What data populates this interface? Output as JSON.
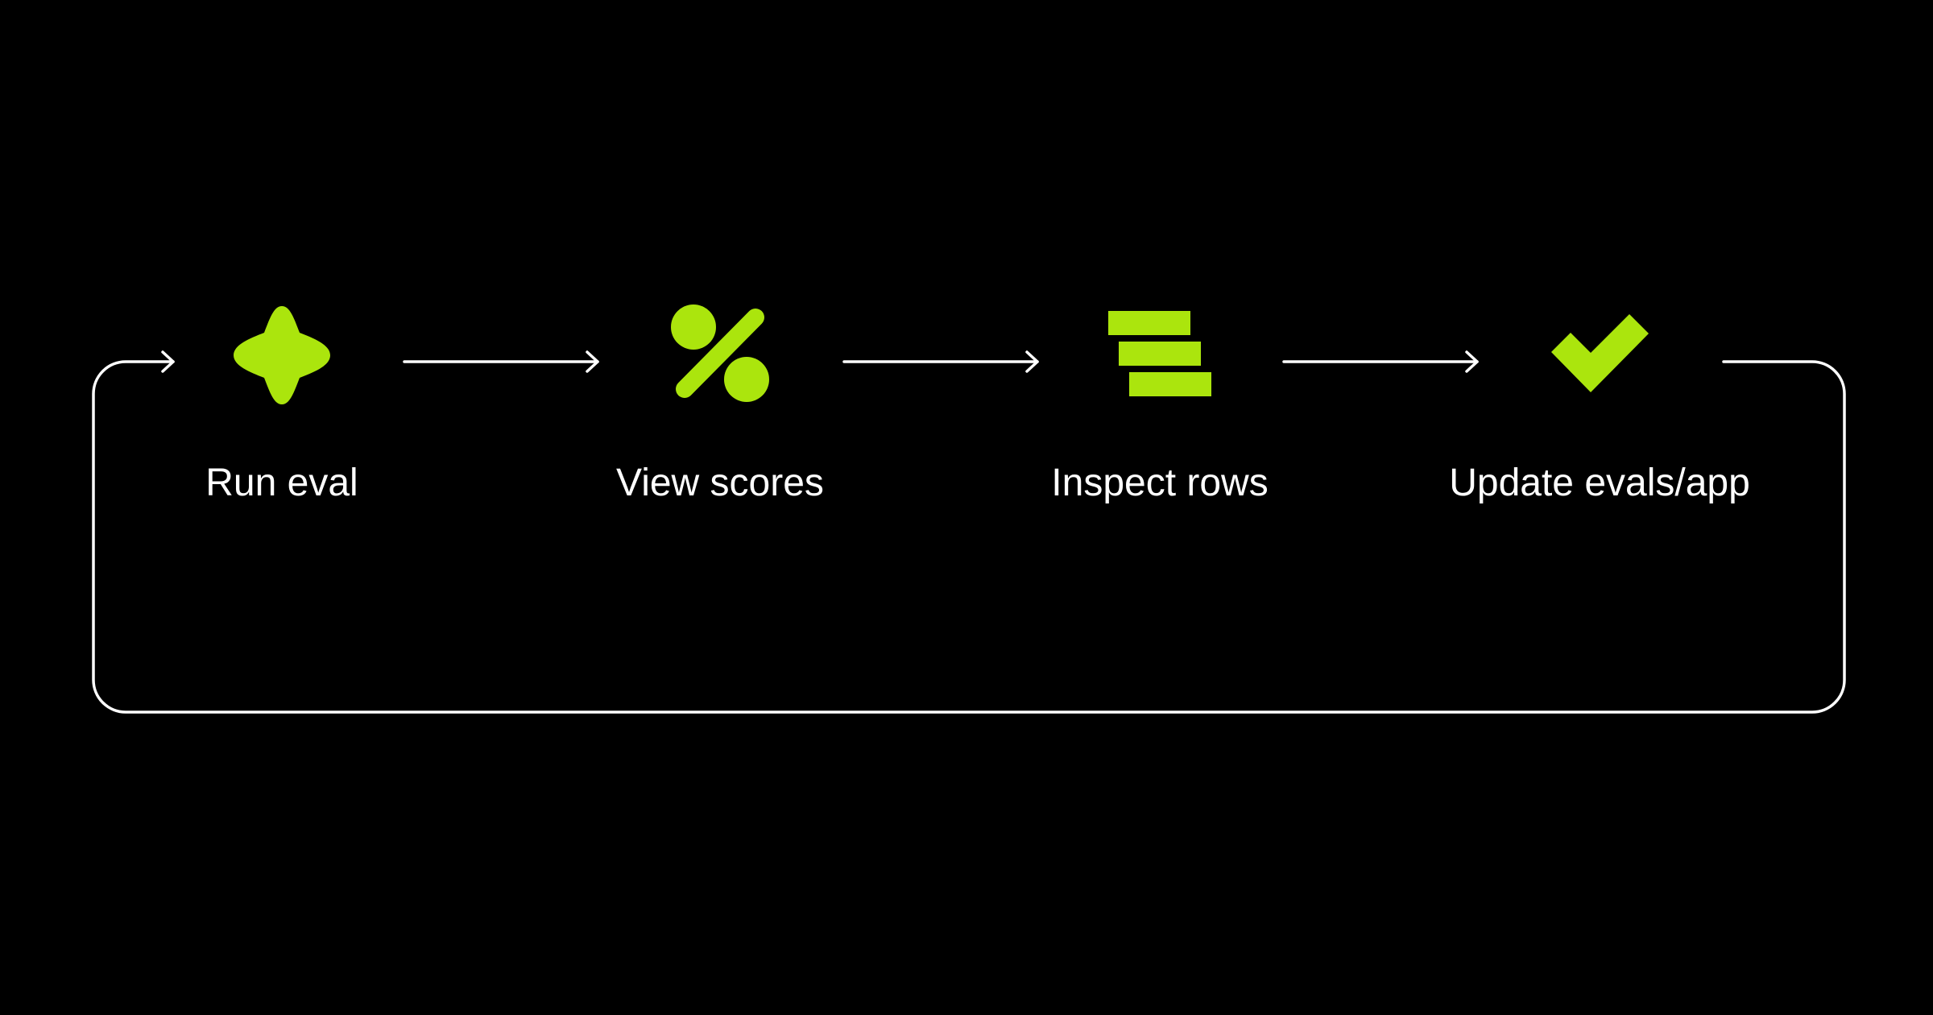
{
  "colors": {
    "background": "#000000",
    "accent": "#ABE50D",
    "line": "#FFFFFF",
    "text": "#FFFFFF"
  },
  "steps": [
    {
      "label": "Run eval",
      "icon": "sparkle-icon"
    },
    {
      "label": "View scores",
      "icon": "percent-icon"
    },
    {
      "label": "Inspect rows",
      "icon": "stacked-rows-icon"
    },
    {
      "label": "Update evals/app",
      "icon": "checkmark-icon"
    }
  ]
}
